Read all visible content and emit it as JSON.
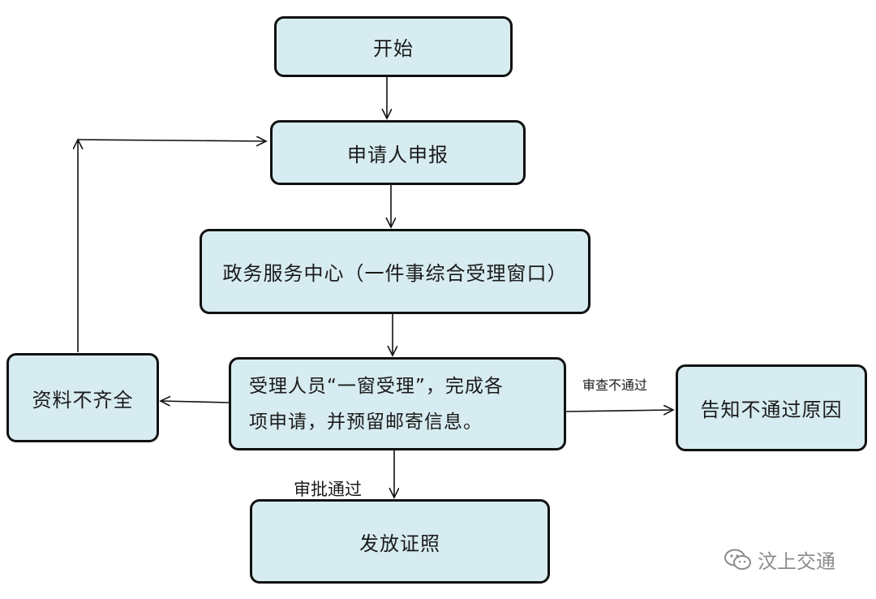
{
  "nodes": {
    "start": "开始",
    "apply": "申请人申报",
    "center": "政务服务中心（一件事综合受理窗口）",
    "accept_line1": "受理人员“一窗受理”，完成各",
    "accept_line2": "项申请，并预留邮寄信息。",
    "incomplete": "资料不齐全",
    "reject": "告知不通过原因",
    "issue": "发放证照"
  },
  "edge_labels": {
    "review_failed": "审查不通过",
    "approved": "审批通过"
  },
  "watermark": {
    "icon": "wechat-icon",
    "text": "汶上交通"
  },
  "colors": {
    "node_fill": "#d7ecf1",
    "node_border": "#111111",
    "watermark": "#8c8c8c"
  }
}
